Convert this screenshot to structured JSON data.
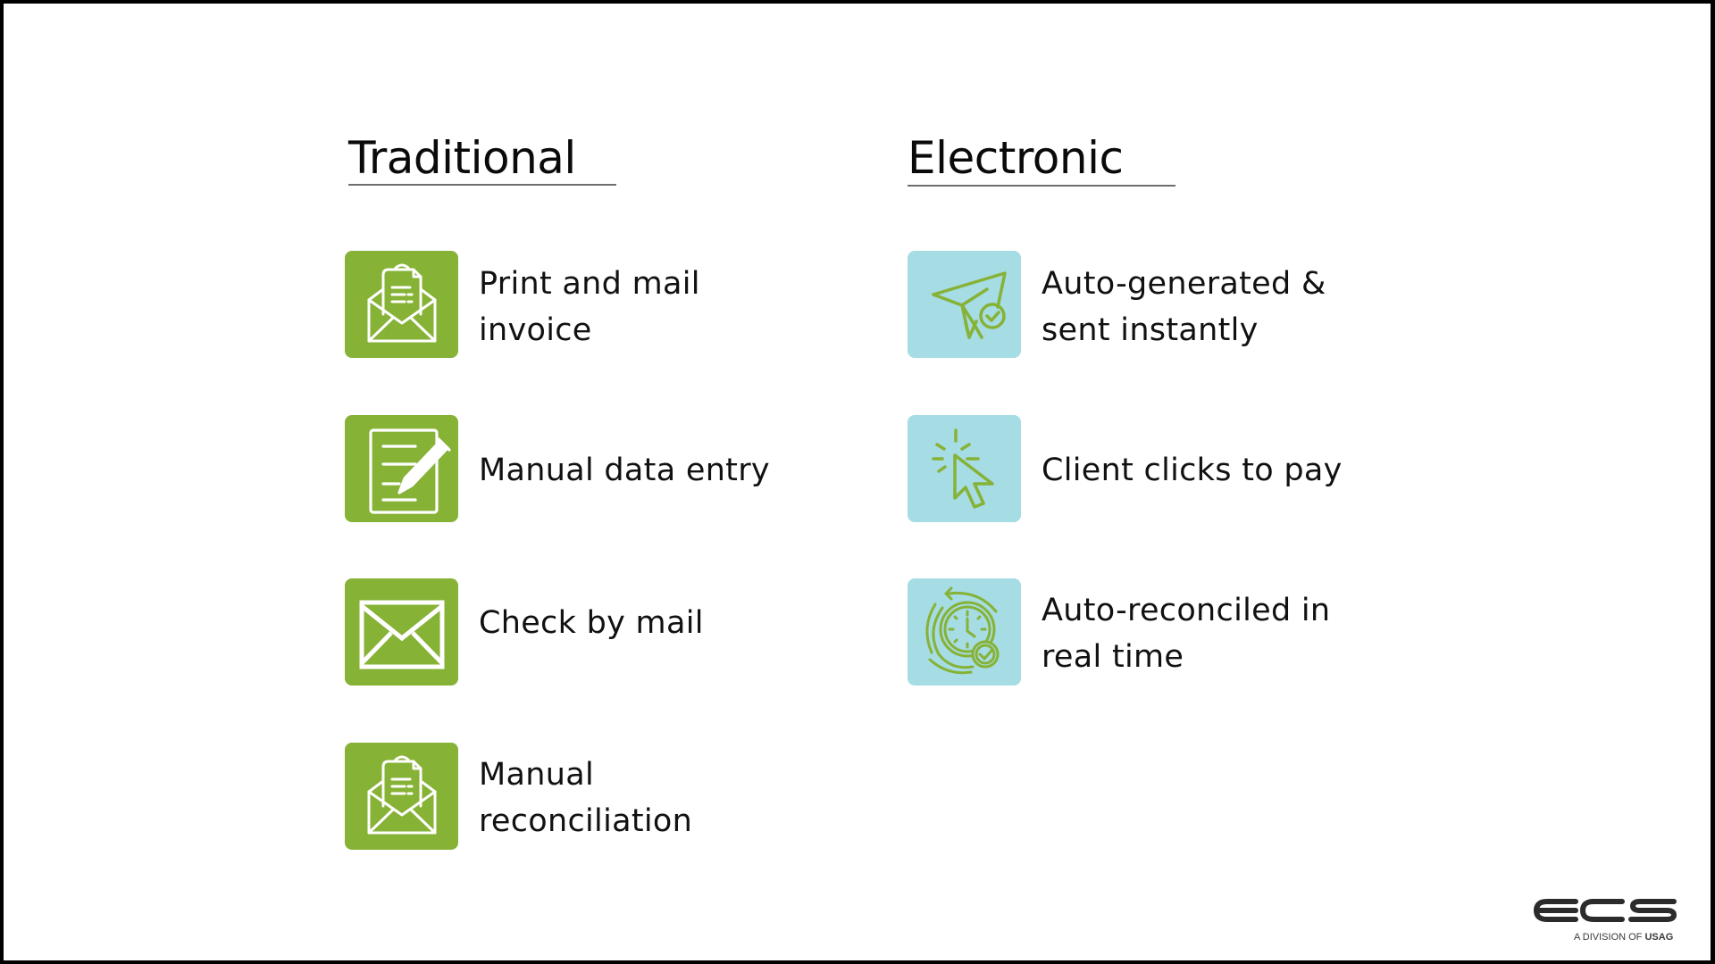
{
  "colors": {
    "traditional_icon_bg": "#86b236",
    "electronic_icon_bg": "#a6dce4",
    "electronic_icon_stroke": "#86b236",
    "text": "#111111",
    "frame": "#000000"
  },
  "columns": {
    "traditional": {
      "heading": "Traditional",
      "items": [
        {
          "icon": "open-envelope-letter-icon",
          "label": "Print and mail\ninvoice"
        },
        {
          "icon": "document-pen-icon",
          "label": "Manual data entry"
        },
        {
          "icon": "envelope-icon",
          "label": "Check by mail"
        },
        {
          "icon": "open-envelope-letter-icon",
          "label": "Manual\nreconciliation"
        }
      ]
    },
    "electronic": {
      "heading": "Electronic",
      "items": [
        {
          "icon": "paper-plane-check-icon",
          "label": "Auto-generated &\nsent instantly"
        },
        {
          "icon": "cursor-click-icon",
          "label": "Client clicks to pay"
        },
        {
          "icon": "clock-refresh-check-icon",
          "label": "Auto-reconciled in\nreal time"
        }
      ]
    }
  },
  "logo": {
    "wordmark": "ecs",
    "tagline_prefix": "A DIVISION OF ",
    "tagline_brand": "USAG"
  }
}
